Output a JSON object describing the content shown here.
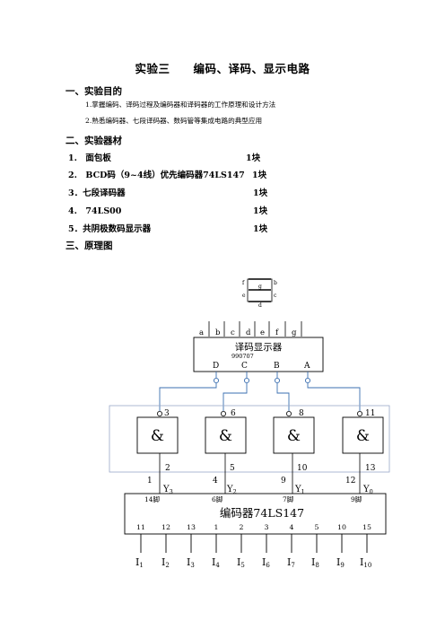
{
  "title": "实验三　　编码、译码、显示电路",
  "sections": {
    "s1": "一、实验目的",
    "s2": "二、实验器材",
    "s3": "三、原理图"
  },
  "objectives": [
    "1.掌握编码、译码过程及编码器和译码器的工作原理和设计方法",
    "2.熟悉编码器、七段译码器、数码管等集成电路的典型应用"
  ],
  "equipment": [
    {
      "name": "1.　面包板",
      "qty": "1块"
    },
    {
      "name": "2.　BCD码（9~4线）优先编码器74LS147",
      "qty": "1块"
    },
    {
      "name": "3．七段译码器",
      "qty": "1块"
    },
    {
      "name": "4.　74LS00",
      "qty": "1块"
    },
    {
      "name": "5．共阴极数码显示器",
      "qty": "1块"
    }
  ],
  "circuit": {
    "seg_letters": [
      "f",
      "g",
      "b",
      "e",
      "c",
      "d"
    ],
    "decoder": {
      "title": "译码显示器",
      "code": "990707",
      "top_pins": [
        "a",
        "b",
        "c",
        "d",
        "e",
        "f",
        "g"
      ],
      "inputs": [
        "D",
        "C",
        "B",
        "A"
      ]
    },
    "gate_symbol": "&",
    "gate_top_pins": [
      "3",
      "6",
      "8",
      "11"
    ],
    "gate_bottom_pins": [
      "2",
      "5",
      "10",
      "13"
    ],
    "encoder_pin_nums": [
      "1",
      "4",
      "9",
      "12"
    ],
    "y_main": [
      "Y",
      "Y",
      "Y",
      "Y"
    ],
    "y_sub": [
      "3",
      "2",
      "1",
      "0"
    ],
    "foot_labels": [
      "14脚",
      "6脚",
      "7脚",
      "9脚"
    ],
    "encoder_title": "编码器74LS147",
    "encoder_pins": [
      "11",
      "12",
      "13",
      "1",
      "2",
      "3",
      "4",
      "5",
      "10",
      "15"
    ],
    "i_main": [
      "I",
      "I",
      "I",
      "I",
      "I",
      "I",
      "I",
      "I",
      "I",
      "I"
    ],
    "i_sub": [
      "1",
      "2",
      "3",
      "4",
      "5",
      "6",
      "7",
      "8",
      "9",
      "10"
    ]
  },
  "colors": {
    "wire_blue": "#3b6fb0",
    "dashed_box": "#9aa8c8",
    "black": "#000000"
  }
}
